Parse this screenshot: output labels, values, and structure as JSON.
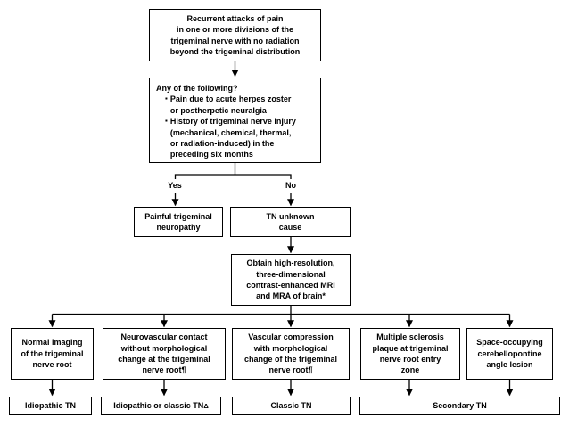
{
  "figure": {
    "background_color": "#ffffff",
    "line_color": "#000000",
    "box_border_color": "#000000"
  },
  "flow": {
    "presentation": "Recurrent attacks of pain\nin one or more divisions of the\ntrigeminal nerve with no radiation\nbeyond the trigeminal distribution",
    "screening": {
      "intro": "Any of the following?",
      "bullet_marker": "▪",
      "bullets": [
        "Pain due to acute herpes zoster\nor postherpetic neuralgia",
        "History of trigeminal nerve injury\n(mechanical, chemical, thermal,\nor radiation-induced) in the\npreceding six months"
      ]
    },
    "branch_yes_label": "Yes",
    "branch_no_label": "No",
    "painful_neuropathy": "Painful trigeminal\nneuropathy",
    "tn_unknown_cause": "TN unknown\ncause",
    "imaging": "Obtain high-resolution,\nthree-dimensional\ncontrast-enhanced MRI\nand MRA of brain*",
    "findings": [
      "Normal imaging\nof the trigeminal\nnerve root",
      "Neurovascular contact\nwithout morphological\nchange at the trigeminal\nnerve root¶",
      "Vascular compression\nwith morphological\nchange of the trigeminal\nnerve root¶",
      "Multiple sclerosis\nplaque at trigeminal\nnerve root entry\nzone",
      "Space-occupying\ncerebellopontine\nangle lesion"
    ],
    "diagnoses": {
      "idiopathic": "Idiopathic TN",
      "idiopathic_or_classic": "Idiopathic or classic TN",
      "idiopathic_or_classic_sup": "Δ",
      "classic": "Classic TN",
      "secondary": "Secondary TN"
    }
  }
}
